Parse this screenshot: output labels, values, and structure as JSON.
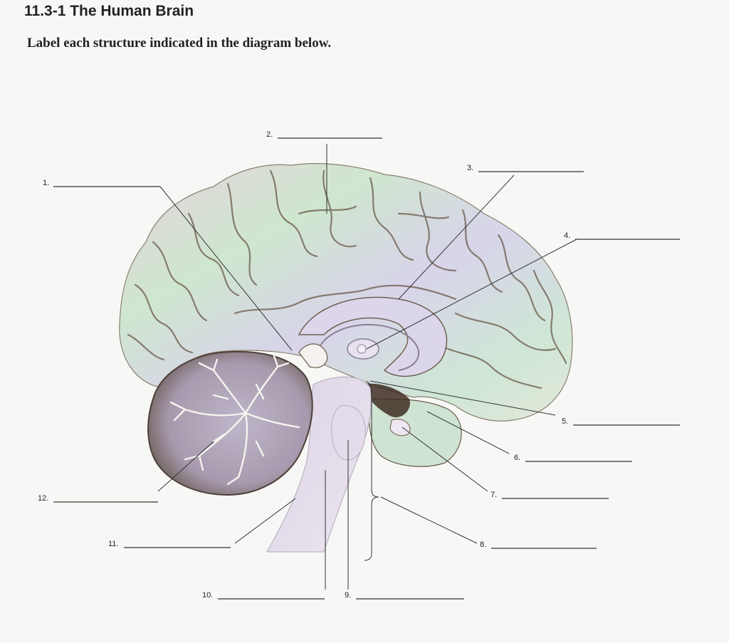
{
  "page": {
    "title": "11.3-1 The Human Brain",
    "instructions": "Label each structure indicated in the diagram below."
  },
  "labels": [
    {
      "number": "1.",
      "answer": ""
    },
    {
      "number": "2.",
      "answer": ""
    },
    {
      "number": "3.",
      "answer": ""
    },
    {
      "number": "4.",
      "answer": ""
    },
    {
      "number": "5.",
      "answer": ""
    },
    {
      "number": "6.",
      "answer": ""
    },
    {
      "number": "7.",
      "answer": ""
    },
    {
      "number": "8.",
      "answer": ""
    },
    {
      "number": "9.",
      "answer": ""
    },
    {
      "number": "10.",
      "answer": ""
    },
    {
      "number": "11.",
      "answer": ""
    },
    {
      "number": "12.",
      "answer": ""
    }
  ],
  "colors": {
    "cerebrum_green": "#cfe6cf",
    "cerebrum_pink": "#e6d3dc",
    "cerebrum_lavender": "#d8d4ea",
    "sulcus": "#6b5a4a",
    "cerebellum_outer": "#7a6a5e",
    "cerebellum_tree": "#f3f3f0",
    "leader_line": "#333333"
  }
}
